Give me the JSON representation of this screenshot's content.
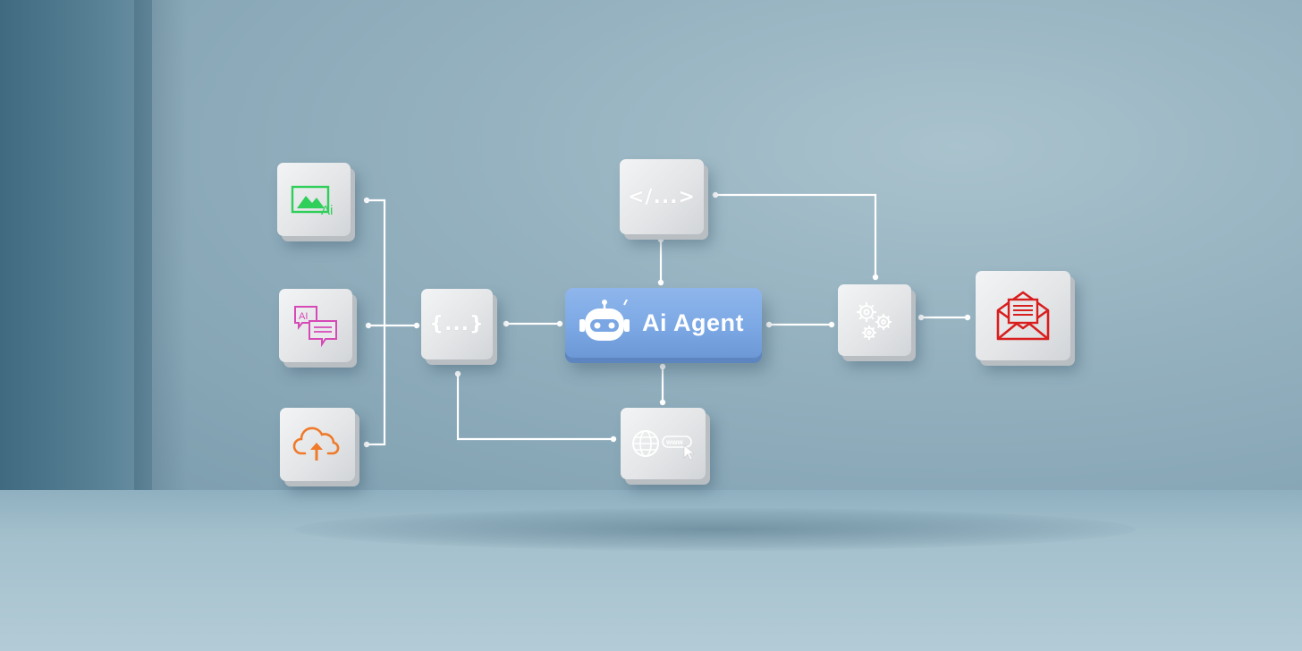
{
  "diagram": {
    "center_label": "Ai Agent",
    "code_block_label": "{...}",
    "html_block_label": "</...>",
    "image_block_text": "Ai",
    "chat_block_text": "AI",
    "web_block_text": "www"
  },
  "icons": {
    "image": "image-ai-icon",
    "chat": "chat-ai-icon",
    "upload": "cloud-upload-icon",
    "robot": "robot-icon",
    "web": "globe-www-icon",
    "settings": "gears-icon",
    "email": "email-envelope-icon"
  },
  "colors": {
    "agent_block": "#7aa7e3",
    "image_icon": "#2fcf5a",
    "chat_icon": "#d649b6",
    "upload_icon": "#f07a2a",
    "email_icon": "#d91e1e",
    "connector": "#ffffff",
    "cube": "#e6e8ea"
  }
}
